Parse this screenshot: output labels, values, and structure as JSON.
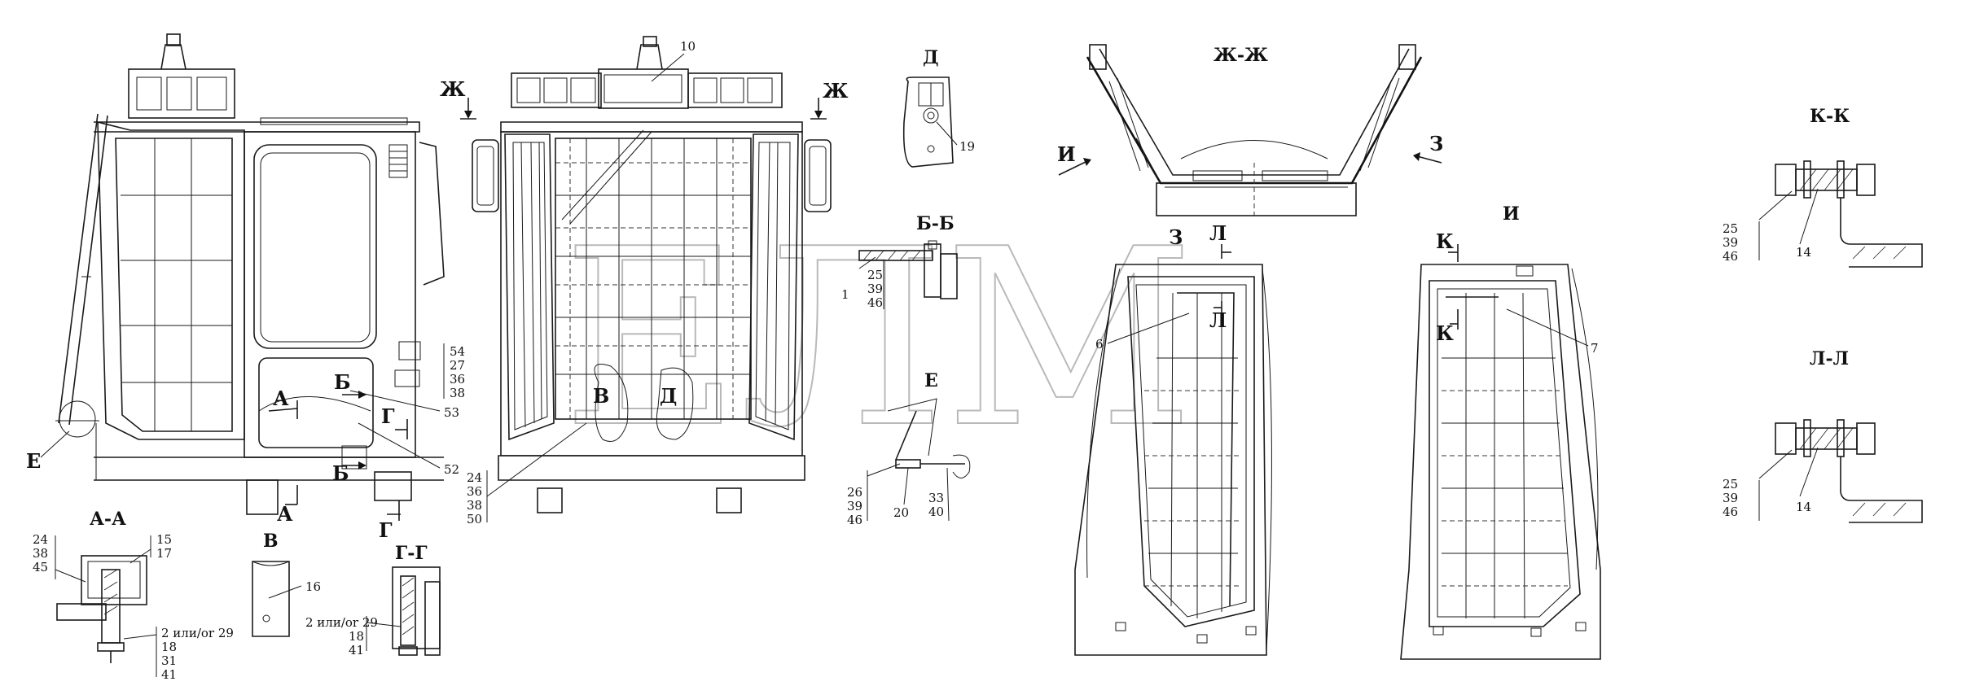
{
  "watermark": "ЕЛМ",
  "views": {
    "zh": "Ж-Ж",
    "i": "И",
    "bb": "Б-Б",
    "d": "Д",
    "e": "Е",
    "aa": "А-А",
    "v": "В",
    "gg": "Г-Г",
    "kk": "К-К",
    "ll": "Л-Л"
  },
  "markers": {
    "zh": "Ж",
    "e": "Е",
    "a": "А",
    "b": "Б",
    "g": "Г",
    "v": "В",
    "d": "Д",
    "z": "З",
    "i": "И",
    "l": "Л",
    "k": "К"
  },
  "callouts": {
    "c10": "10",
    "c19": "19",
    "c1": "1",
    "c53": "53",
    "c52": "52",
    "c6": "6",
    "c7": "7",
    "c14": "14",
    "c16": "16",
    "c20": "20",
    "stack_54": [
      "54",
      "27",
      "36",
      "38"
    ],
    "stack_24": [
      "24",
      "36",
      "38",
      "50"
    ],
    "stack_bb": [
      "25",
      "39",
      "46"
    ],
    "stack_e1": [
      "26",
      "39",
      "46"
    ],
    "stack_e2": [
      "33",
      "40"
    ],
    "stack_aa1": [
      "24",
      "38",
      "45"
    ],
    "stack_aa2": [
      "15",
      "17"
    ],
    "stack_aa3": [
      "2 или/or 29",
      "18",
      "31",
      "41"
    ],
    "stack_gg": [
      "2 или/or 29",
      "18",
      "41"
    ],
    "stack_kk": [
      "25",
      "39",
      "46"
    ],
    "stack_ll": [
      "25",
      "39",
      "46"
    ]
  }
}
